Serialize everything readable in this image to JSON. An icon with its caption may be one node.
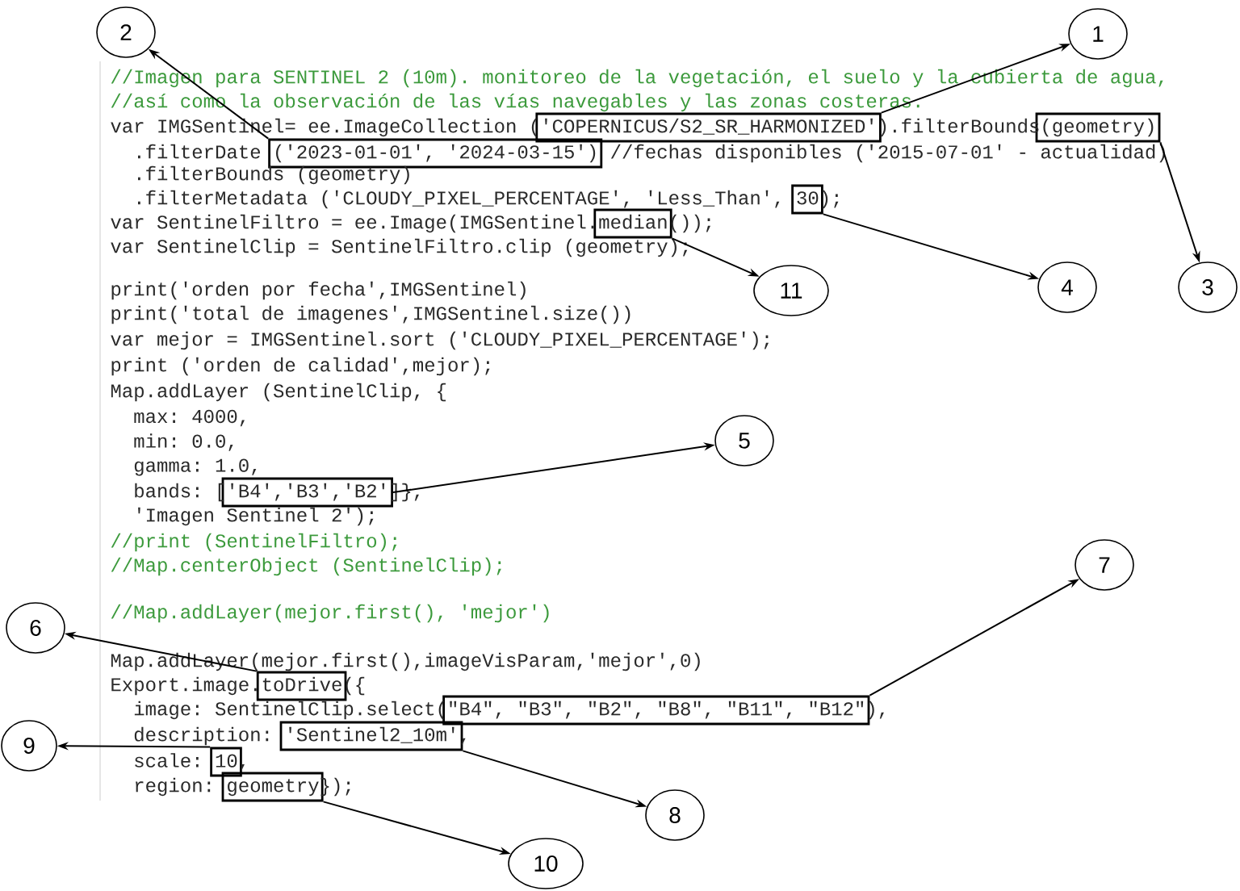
{
  "diagram": {
    "nodes": [
      {
        "text": [
          "2"
        ]
      },
      {
        "text": [
          "1"
        ]
      },
      {
        "text": [],
        "shape": "box"
      },
      {
        "text": [],
        "shape": "box"
      },
      {
        "text": [],
        "shape": "box"
      },
      {
        "text": [],
        "shape": "box"
      },
      {
        "text": [],
        "shape": "box"
      },
      {
        "text": [
          "11"
        ]
      },
      {
        "text": [
          "4"
        ]
      },
      {
        "text": [
          "3"
        ]
      },
      {
        "text": [],
        "shape": "box"
      },
      {
        "text": [
          "5"
        ]
      },
      {
        "text": [
          "7"
        ]
      },
      {
        "text": [
          "6"
        ]
      },
      {
        "text": [],
        "shape": "box"
      },
      {
        "text": [],
        "shape": "box"
      },
      {
        "text": [
          "9"
        ]
      },
      {
        "text": [],
        "shape": "box"
      },
      {
        "text": [],
        "shape": "box"
      },
      {
        "text": [],
        "shape": "box"
      },
      {
        "text": [
          "8"
        ]
      },
      {
        "text": [
          "10"
        ]
      }
    ],
    "edges": [
      {
        "from": 2,
        "to": 1,
        "arrow": "to"
      },
      {
        "from": 4,
        "to": 0,
        "arrow": "to"
      },
      {
        "from": 3,
        "to": 9,
        "arrow": "to"
      },
      {
        "from": 5,
        "to": 8,
        "arrow": "to"
      },
      {
        "from": 6,
        "to": 7,
        "arrow": "to"
      },
      {
        "from": 10,
        "to": 11,
        "arrow": "to"
      },
      {
        "from": 14,
        "to": 13,
        "arrow": "to"
      },
      {
        "from": 15,
        "to": 12,
        "arrow": "to"
      },
      {
        "from": 17,
        "to": 20,
        "arrow": "to"
      },
      {
        "from": 18,
        "to": 16,
        "arrow": "to"
      },
      {
        "from": 19,
        "to": 21,
        "arrow": "to"
      }
    ],
    "labels": [
      "//Imagen para SENTINEL 2 (10m). monitoreo de la vegetación, el suelo y la cubierta de agua,",
      "//así como la observación de las vías navegables y las zonas costeras.",
      "var IMGSentinel= ee.ImageCollection ('COPERNICUS/S2_SR_HARMONIZED').filterBounds(geometry)",
      ".filterDate ('2023-01-01', '2024-03-15') //fechas disponibles ('2015-07-01' - actualidad)",
      ".filterBounds (geometry)",
      ".filterMetadata ('CLOUDY_PIXEL_PERCENTAGE', 'Less_Than', 30);",
      "var SentinelFiltro = ee.Image(IMGSentinel.median());",
      "var SentinelClip = SentinelFiltro.clip (geometry);",
      "print('orden por fecha',IMGSentinel)",
      "print('total de imagenes',IMGSentinel.size())",
      "var mejor = IMGSentinel.sort ('CLOUDY_PIXEL_PERCENTAGE');",
      "print ('orden de calidad',mejor);",
      "Map.addLayer (SentinelClip, {",
      "max: 4000,",
      "min: 0.0,",
      "gamma: 1.0,",
      "bands: ['B4','B3','B2']},",
      "'Imagen Sentinel 2');",
      "//print (SentinelFiltro);",
      "//Map.centerObject (SentinelClip);",
      "//Map.addLayer(mejor.first(), 'mejor')",
      "Map.addLayer(mejor.first(),imageVisParam,'mejor',0)",
      "Export.image.toDrive({",
      "image: SentinelClip.select(\"B4\", \"B3\", \"B2\", \"B8\", \"B11\", \"B12\"),",
      "description: 'Sentinel2_10m',",
      "scale: 10,",
      "region: geometry});"
    ]
  }
}
